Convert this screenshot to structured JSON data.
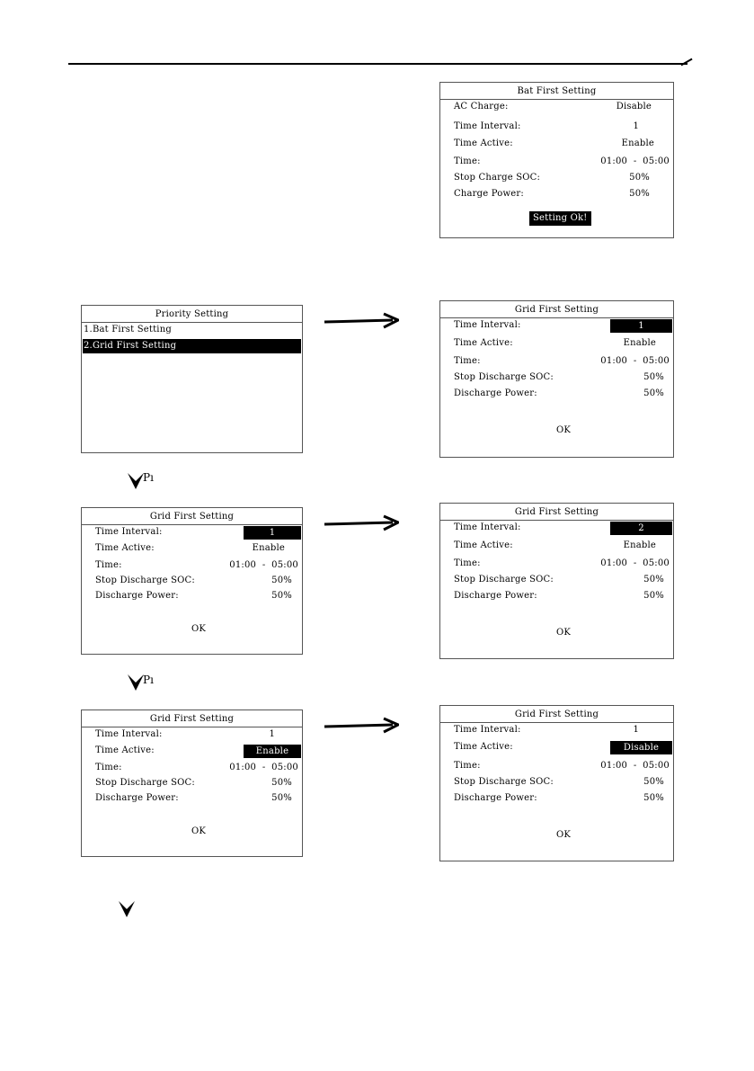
{
  "bat_first": {
    "title": "Bat First Setting",
    "ac_charge_label": "AC Charge:",
    "ac_charge_value": "Disable",
    "interval_label": "Time Interval:",
    "interval_value": "1",
    "active_label": "Time Active:",
    "active_value": "Enable",
    "time_label": "Time:",
    "time_value": "01:00  -  05:00",
    "soc_label": "Stop Charge SOC:",
    "soc_value": "50%",
    "power_label": "Charge Power:",
    "power_value": "50%",
    "ok_label": "Setting Ok!"
  },
  "priority": {
    "title": "Priority Setting",
    "items": [
      "1.Bat First Setting",
      "2.Grid First Setting"
    ]
  },
  "grid_screens": [
    {
      "title": "Grid First Setting",
      "interval_label": "Time Interval:",
      "interval_value": "1",
      "active_label": "Time Active:",
      "active_value": "Enable",
      "time_label": "Time:",
      "time_value": "01:00  -  05:00",
      "soc_label": "Stop Discharge SOC:",
      "soc_value": "50%",
      "power_label": "Discharge Power:",
      "power_value": "50%",
      "ok_label": "OK"
    },
    {
      "title": "Grid First Setting",
      "interval_label": "Time Interval:",
      "interval_value": "1",
      "active_label": "Time Active:",
      "active_value": "Enable",
      "time_label": "Time:",
      "time_value": "01:00  -  05:00",
      "soc_label": "Stop Discharge SOC:",
      "soc_value": "50%",
      "power_label": "Discharge Power:",
      "power_value": "50%",
      "ok_label": "OK"
    },
    {
      "title": "Grid First Setting",
      "interval_label": "Time Interval:",
      "interval_value": "2",
      "active_label": "Time Active:",
      "active_value": "Enable",
      "time_label": "Time:",
      "time_value": "01:00  -  05:00",
      "soc_label": "Stop Discharge SOC:",
      "soc_value": "50%",
      "power_label": "Discharge Power:",
      "power_value": "50%",
      "ok_label": "OK"
    },
    {
      "title": "Grid First Setting",
      "interval_label": "Time Interval:",
      "interval_value": "1",
      "active_label": "Time Active:",
      "active_value": "Enable",
      "time_label": "Time:",
      "time_value": "01:00  -  05:00",
      "soc_label": "Stop Discharge SOC:",
      "soc_value": "50%",
      "power_label": "Discharge Power:",
      "power_value": "50%",
      "ok_label": "OK"
    },
    {
      "title": "Grid First Setting",
      "interval_label": "Time Interval:",
      "interval_value": "1",
      "active_label": "Time Active:",
      "active_value": "Disable",
      "time_label": "Time:",
      "time_value": "01:00  -  05:00",
      "soc_label": "Stop Discharge SOC:",
      "soc_value": "50%",
      "power_label": "Discharge Power:",
      "power_value": "50%",
      "ok_label": "OK"
    }
  ],
  "step_labels": [
    "Pı",
    "Pı"
  ]
}
